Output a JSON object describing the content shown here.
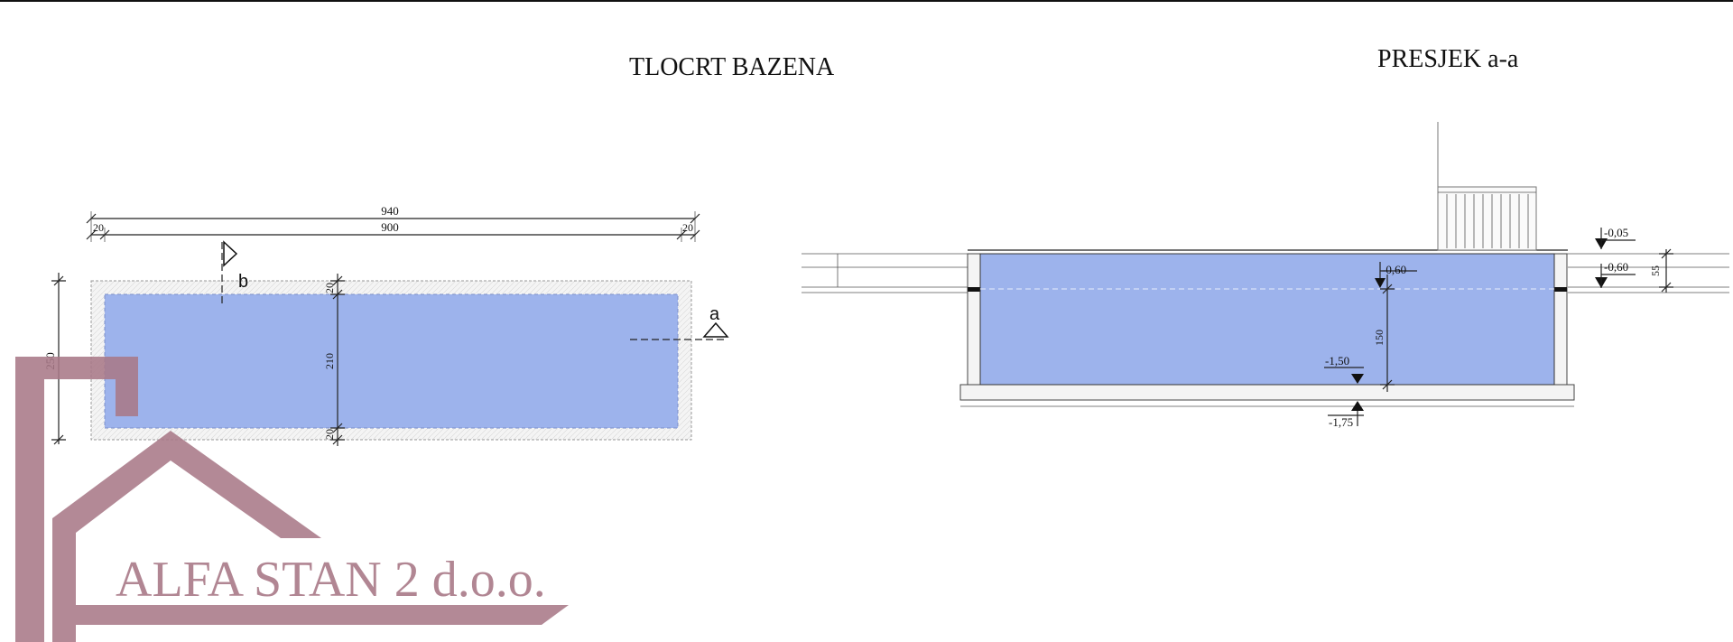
{
  "colors": {
    "water": "#9db3ec",
    "slab": "#f2f2f2",
    "line": "#222222",
    "logo": "#a87987"
  },
  "plan": {
    "title": "TLOCRT  BAZENA",
    "dim_total": "940",
    "dim_inner": "900",
    "dim_left_wall": "20",
    "dim_right_wall": "20",
    "dim_height_total": "250",
    "dim_height_inner": "210",
    "dim_top_wall": "20",
    "dim_bottom_wall": "20",
    "section_b": "b",
    "section_a": "a"
  },
  "section": {
    "title": "PRESJEK  a-a",
    "level_top": "-0,05",
    "level_water": "-0,60",
    "level_water_right": "-0,60",
    "level_floor": "-1,50",
    "level_bottom": "-1,75",
    "dim_depth": "150",
    "dim_side": "55"
  },
  "logo": {
    "text": "ALFA STAN 2 d.o.o.",
    "icon": "house-logo-icon"
  }
}
